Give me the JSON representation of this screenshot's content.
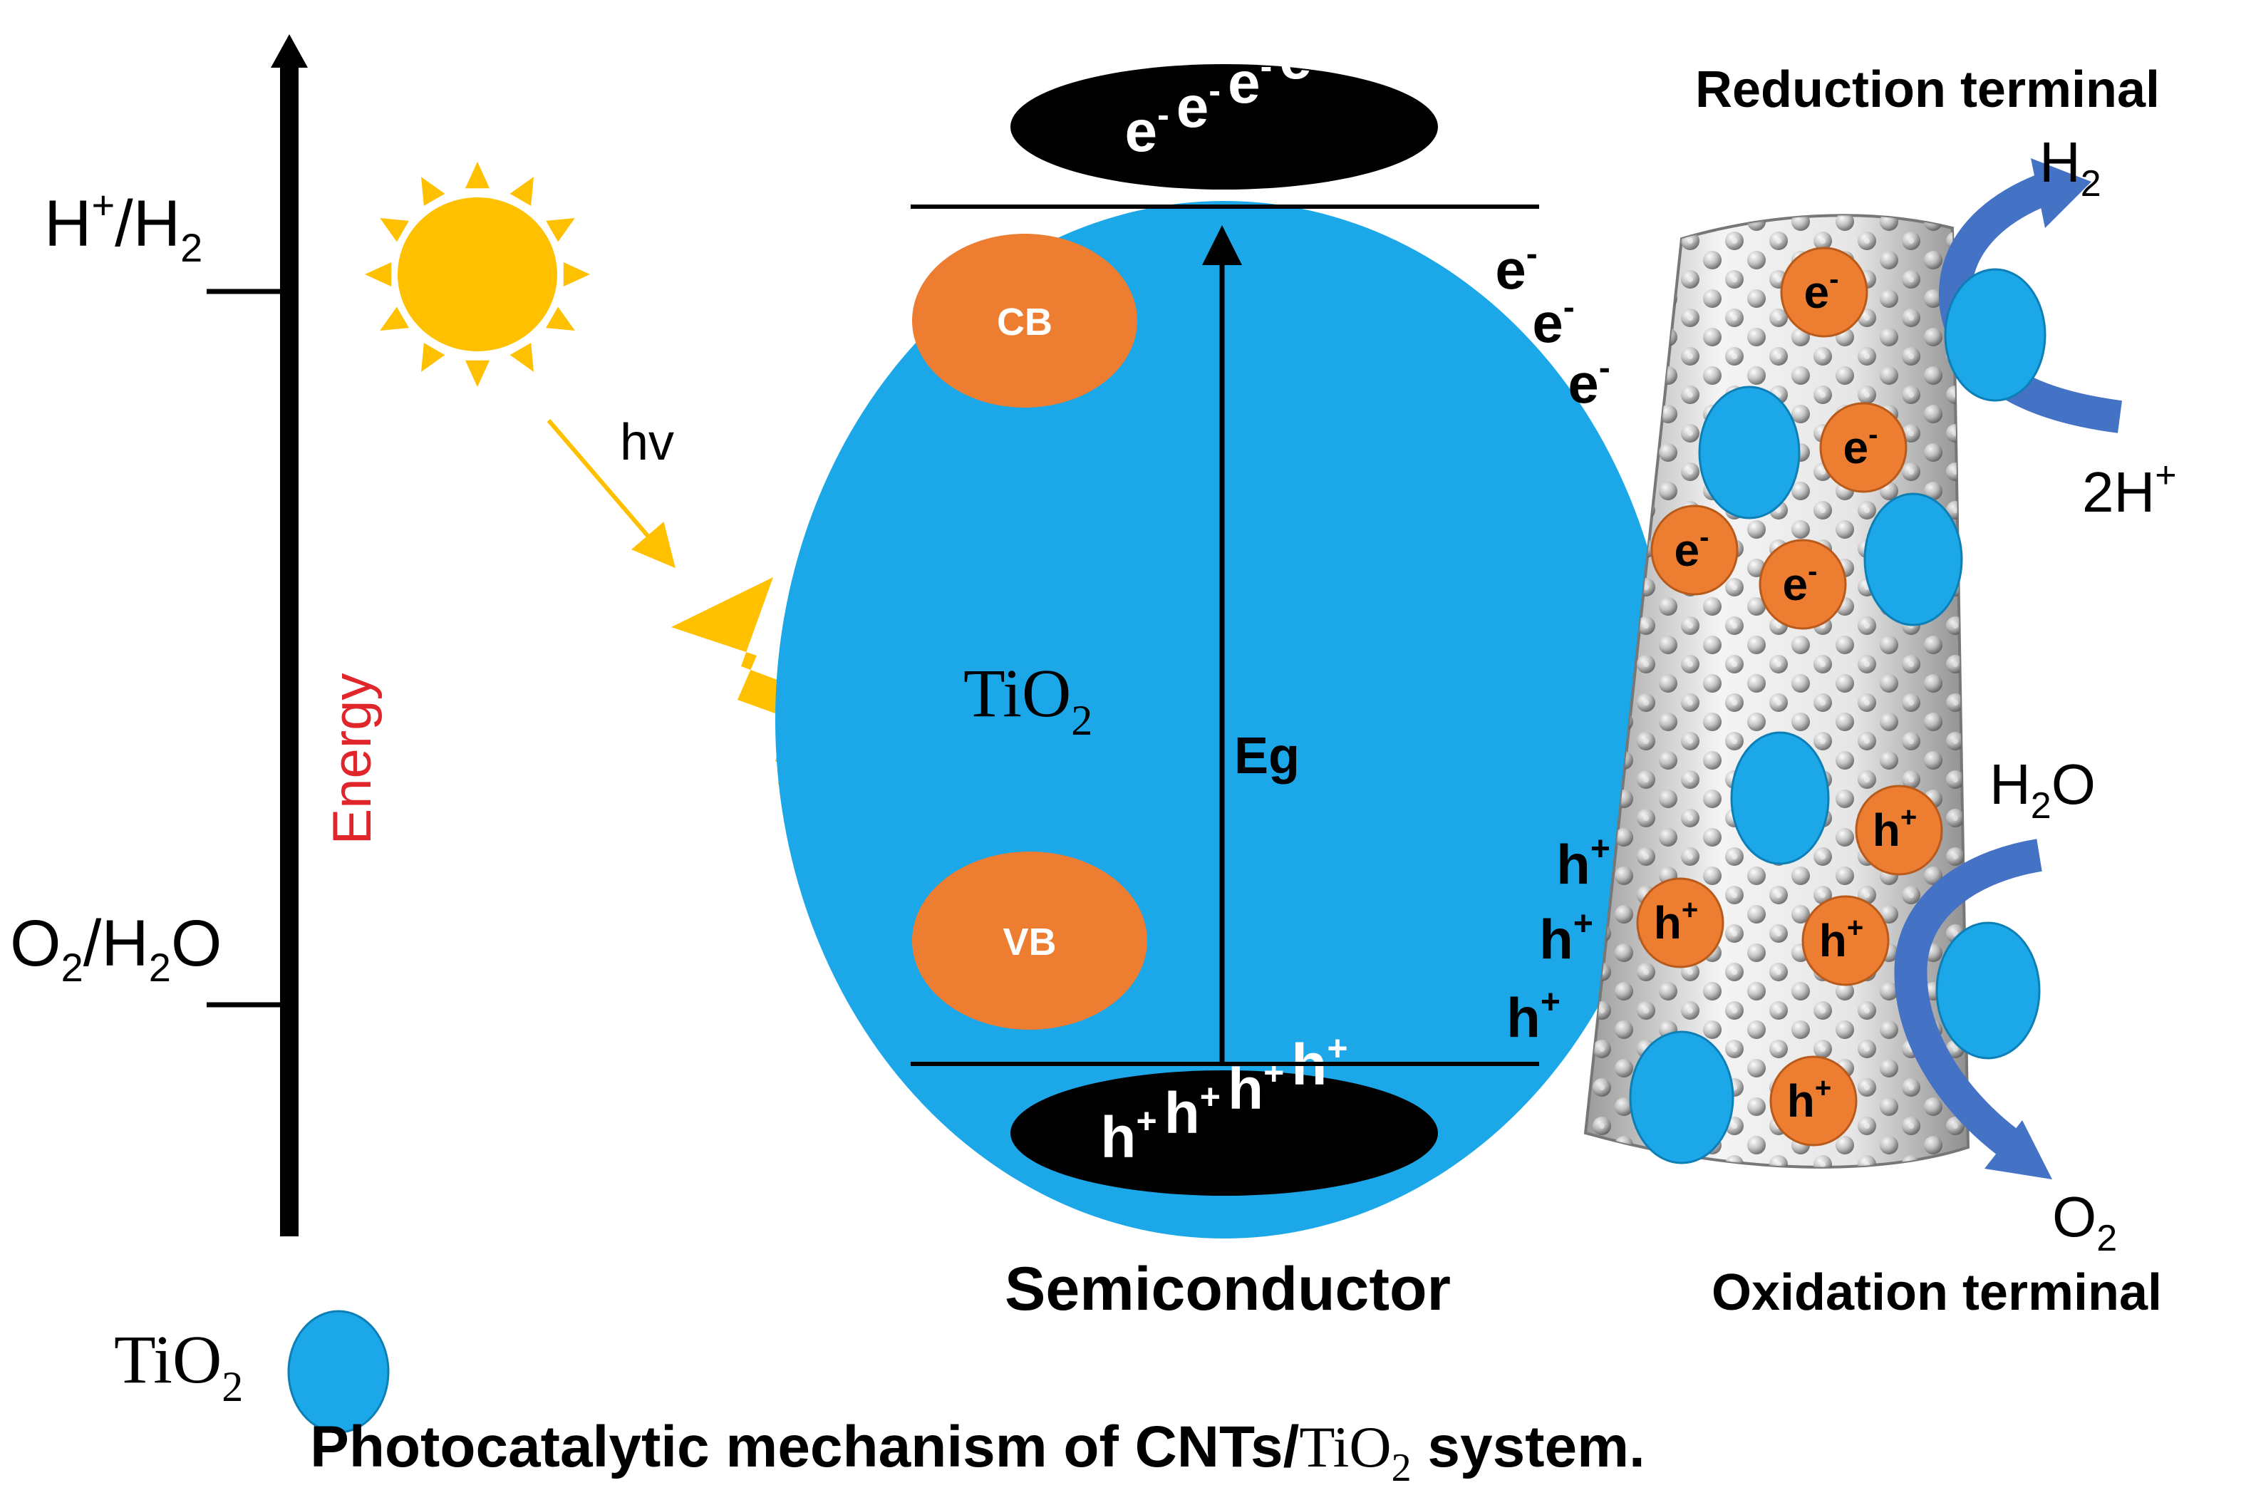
{
  "energy_axis": {
    "label": "Energy",
    "levels": [
      {
        "base": "H",
        "sup": "+",
        "sep": "/",
        "base2": "H",
        "sub2": "2"
      },
      {
        "base": "O",
        "sub": "2",
        "sep": "/",
        "base2": "H",
        "sub2": "2",
        "tail": "O"
      }
    ]
  },
  "light": {
    "label": "hv"
  },
  "semiconductor": {
    "name": "TiO",
    "name_sub": "2",
    "caption": "Semiconductor",
    "cb_label": "CB",
    "vb_label": "VB",
    "gap_label": "Eg",
    "top_carrier": "e",
    "top_carrier_sup": "-",
    "bottom_carrier": "h",
    "bottom_carrier_sup": "+"
  },
  "cnt": {
    "electron": "e",
    "electron_sup": "-",
    "hole": "h",
    "hole_sup": "+"
  },
  "reduction": {
    "title": "Reduction terminal",
    "product": "H",
    "product_sub": "2",
    "reactant": "2H",
    "reactant_sup": "+"
  },
  "oxidation": {
    "title": "Oxidation terminal",
    "reactant": "H",
    "reactant_sub": "2",
    "reactant_tail": "O",
    "product": "O",
    "product_sub": "2"
  },
  "legend": {
    "label": "TiO",
    "label_sub": "2"
  },
  "caption": {
    "pre": "Photocatalytic mechanism of CNTs/",
    "tio": "TiO",
    "tio_sub": "2",
    "post": " system."
  },
  "colors": {
    "tio2_blue": "#1ba7e8",
    "carrier_orange": "#ed7d31",
    "energy_red": "#e0252b",
    "sun_yellow": "#ffc000",
    "arrow_blue": "#4472c4"
  }
}
